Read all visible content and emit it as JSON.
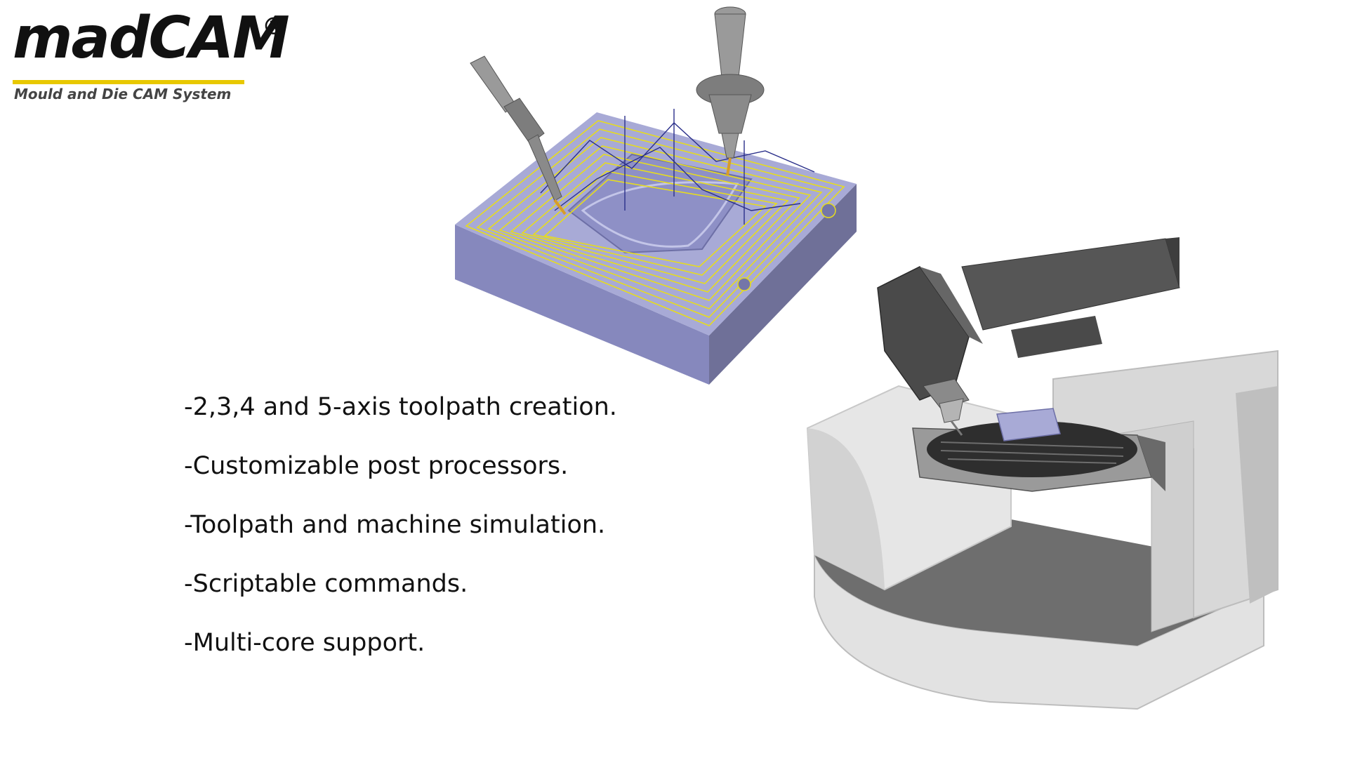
{
  "logo": {
    "wordmark": "madCAM",
    "registered_mark": "®",
    "tagline": "Mould and Die CAM System",
    "accent_color": "#e8c800"
  },
  "features": [
    "-2,3,4 and 5-axis toolpath creation.",
    "-Customizable post processors.",
    "-Toolpath and machine simulation.",
    "-Scriptable commands.",
    "-Multi-core support."
  ],
  "colors": {
    "mould_top": "#a8aad6",
    "mould_side_left": "#8688bd",
    "mould_side_right": "#6f7098",
    "toolpath": "#e6dc1e",
    "toolpath_links": "#2a2f8a",
    "tool_holder": "#8a8a8a",
    "machine_dark": "#4a4a4a",
    "machine_mid": "#8c8c8c",
    "machine_light": "#e0e0e0"
  }
}
